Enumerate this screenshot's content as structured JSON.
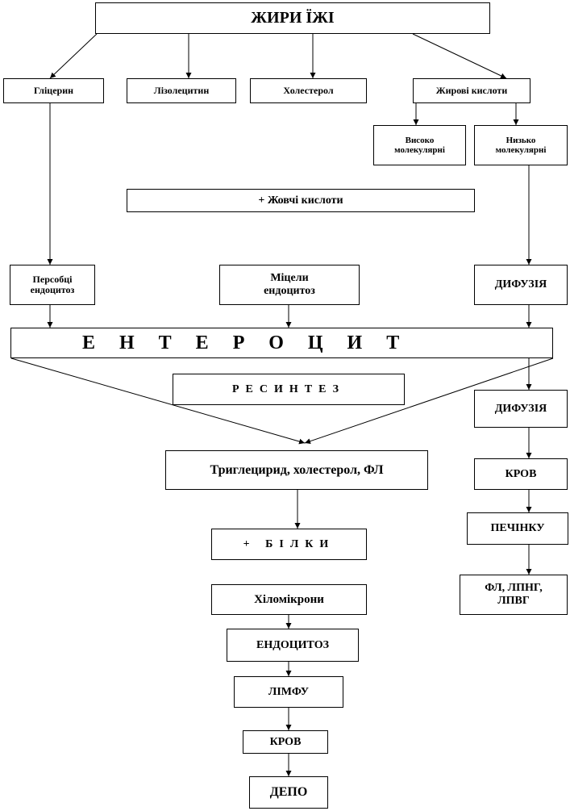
{
  "nodes": {
    "root": "ЖИРИ ЇЖІ",
    "glycerol": "Гліцерин",
    "lysolecithin": "Лізолецитин",
    "cholesterol": "Холестерол",
    "fatty_acids": "Жирові кислоти",
    "high_molecular": "Високо\nмолекулярні",
    "low_molecular": "Низько\nмолекулярні",
    "bile_acids": "+ Жовчі кислоти",
    "pinocytosis": "Персобці\nендоцитоз",
    "micelles": "Міцели\nендоцитоз",
    "diffusion_1": "ДИФУЗІЯ",
    "enterocyte": "ЕНТЕРОЦИТ",
    "resynthesis": "РЕСИНТЕЗ",
    "diffusion_2": "ДИФУЗІЯ",
    "triglyceride": "Триглецирид,  холестерол, ФЛ",
    "blood_right": "КРОВ",
    "proteins": "+   БІЛКИ",
    "liver": "ПЕЧІНКУ",
    "lipoproteins": "ФЛ, ЛПНГ,\nЛПВГ",
    "chylomicrons": "Хіломікрони",
    "endocytosis": "ЕНДОЦИТОЗ",
    "lymph": "ЛІМФУ",
    "blood_bottom": "КРОВ",
    "depot": "ДЕПО"
  }
}
